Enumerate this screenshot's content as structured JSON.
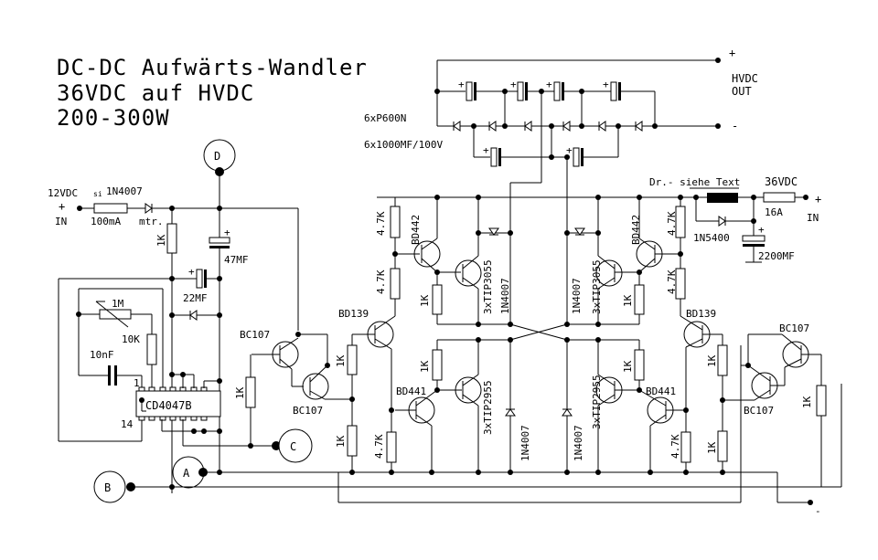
{
  "title": {
    "line1": "DC-DC Aufwärts-Wandler",
    "line2": "36VDC auf HVDC",
    "line3": "200-300W"
  },
  "multiplier": {
    "diodes_label": "6xP600N",
    "caps_label": "6x1000MF/100V",
    "out_plus": "+",
    "out_label1": "HVDC",
    "out_label2": "OUT",
    "out_minus": "-",
    "cap_plus": "+"
  },
  "input12": {
    "label": "12VDC",
    "fuse_note": "si",
    "plus": "+",
    "in": "IN",
    "fuse": "100mA",
    "fuse_type": "mtr.",
    "diode": "1N4007"
  },
  "input36": {
    "choke": "Dr.- siehe Text",
    "voltage": "36VDC",
    "plus": "+",
    "in": "IN",
    "fuse": "16A",
    "diode": "1N5400",
    "cap": "2200MF",
    "minus": "-"
  },
  "oscillator": {
    "r_feed": "1K",
    "c47": "47MF",
    "c22": "22MF",
    "pot": "1M",
    "r10k": "10K",
    "c10n": "10nF",
    "ic": "CD4047B",
    "pin1": "1",
    "pin14": "14",
    "plus": "+"
  },
  "connectors": {
    "a": "A",
    "b": "B",
    "c": "C",
    "d": "D"
  },
  "left_driver": {
    "bc107_top": "BC107",
    "bc107_bottom": "BC107",
    "r_base": "1K",
    "bd139": "BD139",
    "r1k_a": "1K",
    "r1k_b": "1K",
    "r47_a": "4.7K",
    "r47_b": "4.7K",
    "r47_c": "4.7K",
    "bd442": "BD442",
    "bd441": "BD441",
    "r1k_top": "1K",
    "r1k_bot": "1K",
    "tip_top": "3xTIP3055",
    "tip_bot": "3xTIP2955",
    "diode_top": "1N4007",
    "diode_bot": "1N4007"
  },
  "right_driver": {
    "bc107_top": "BC107",
    "bc107_bottom": "BC107",
    "r_base": "1K",
    "bd139": "BD139",
    "r1k_a": "1K",
    "r1k_b": "1K",
    "r47_a": "4.7K",
    "r47_b": "4.7K",
    "r47_c": "4.7K",
    "bd442": "BD442",
    "bd441": "BD441",
    "r1k_top": "1K",
    "r1k_bot": "1K",
    "tip_top": "3xTIP3055",
    "tip_bot": "3xTIP2955",
    "diode_top": "1N4007",
    "diode_bot": "1N4007"
  }
}
